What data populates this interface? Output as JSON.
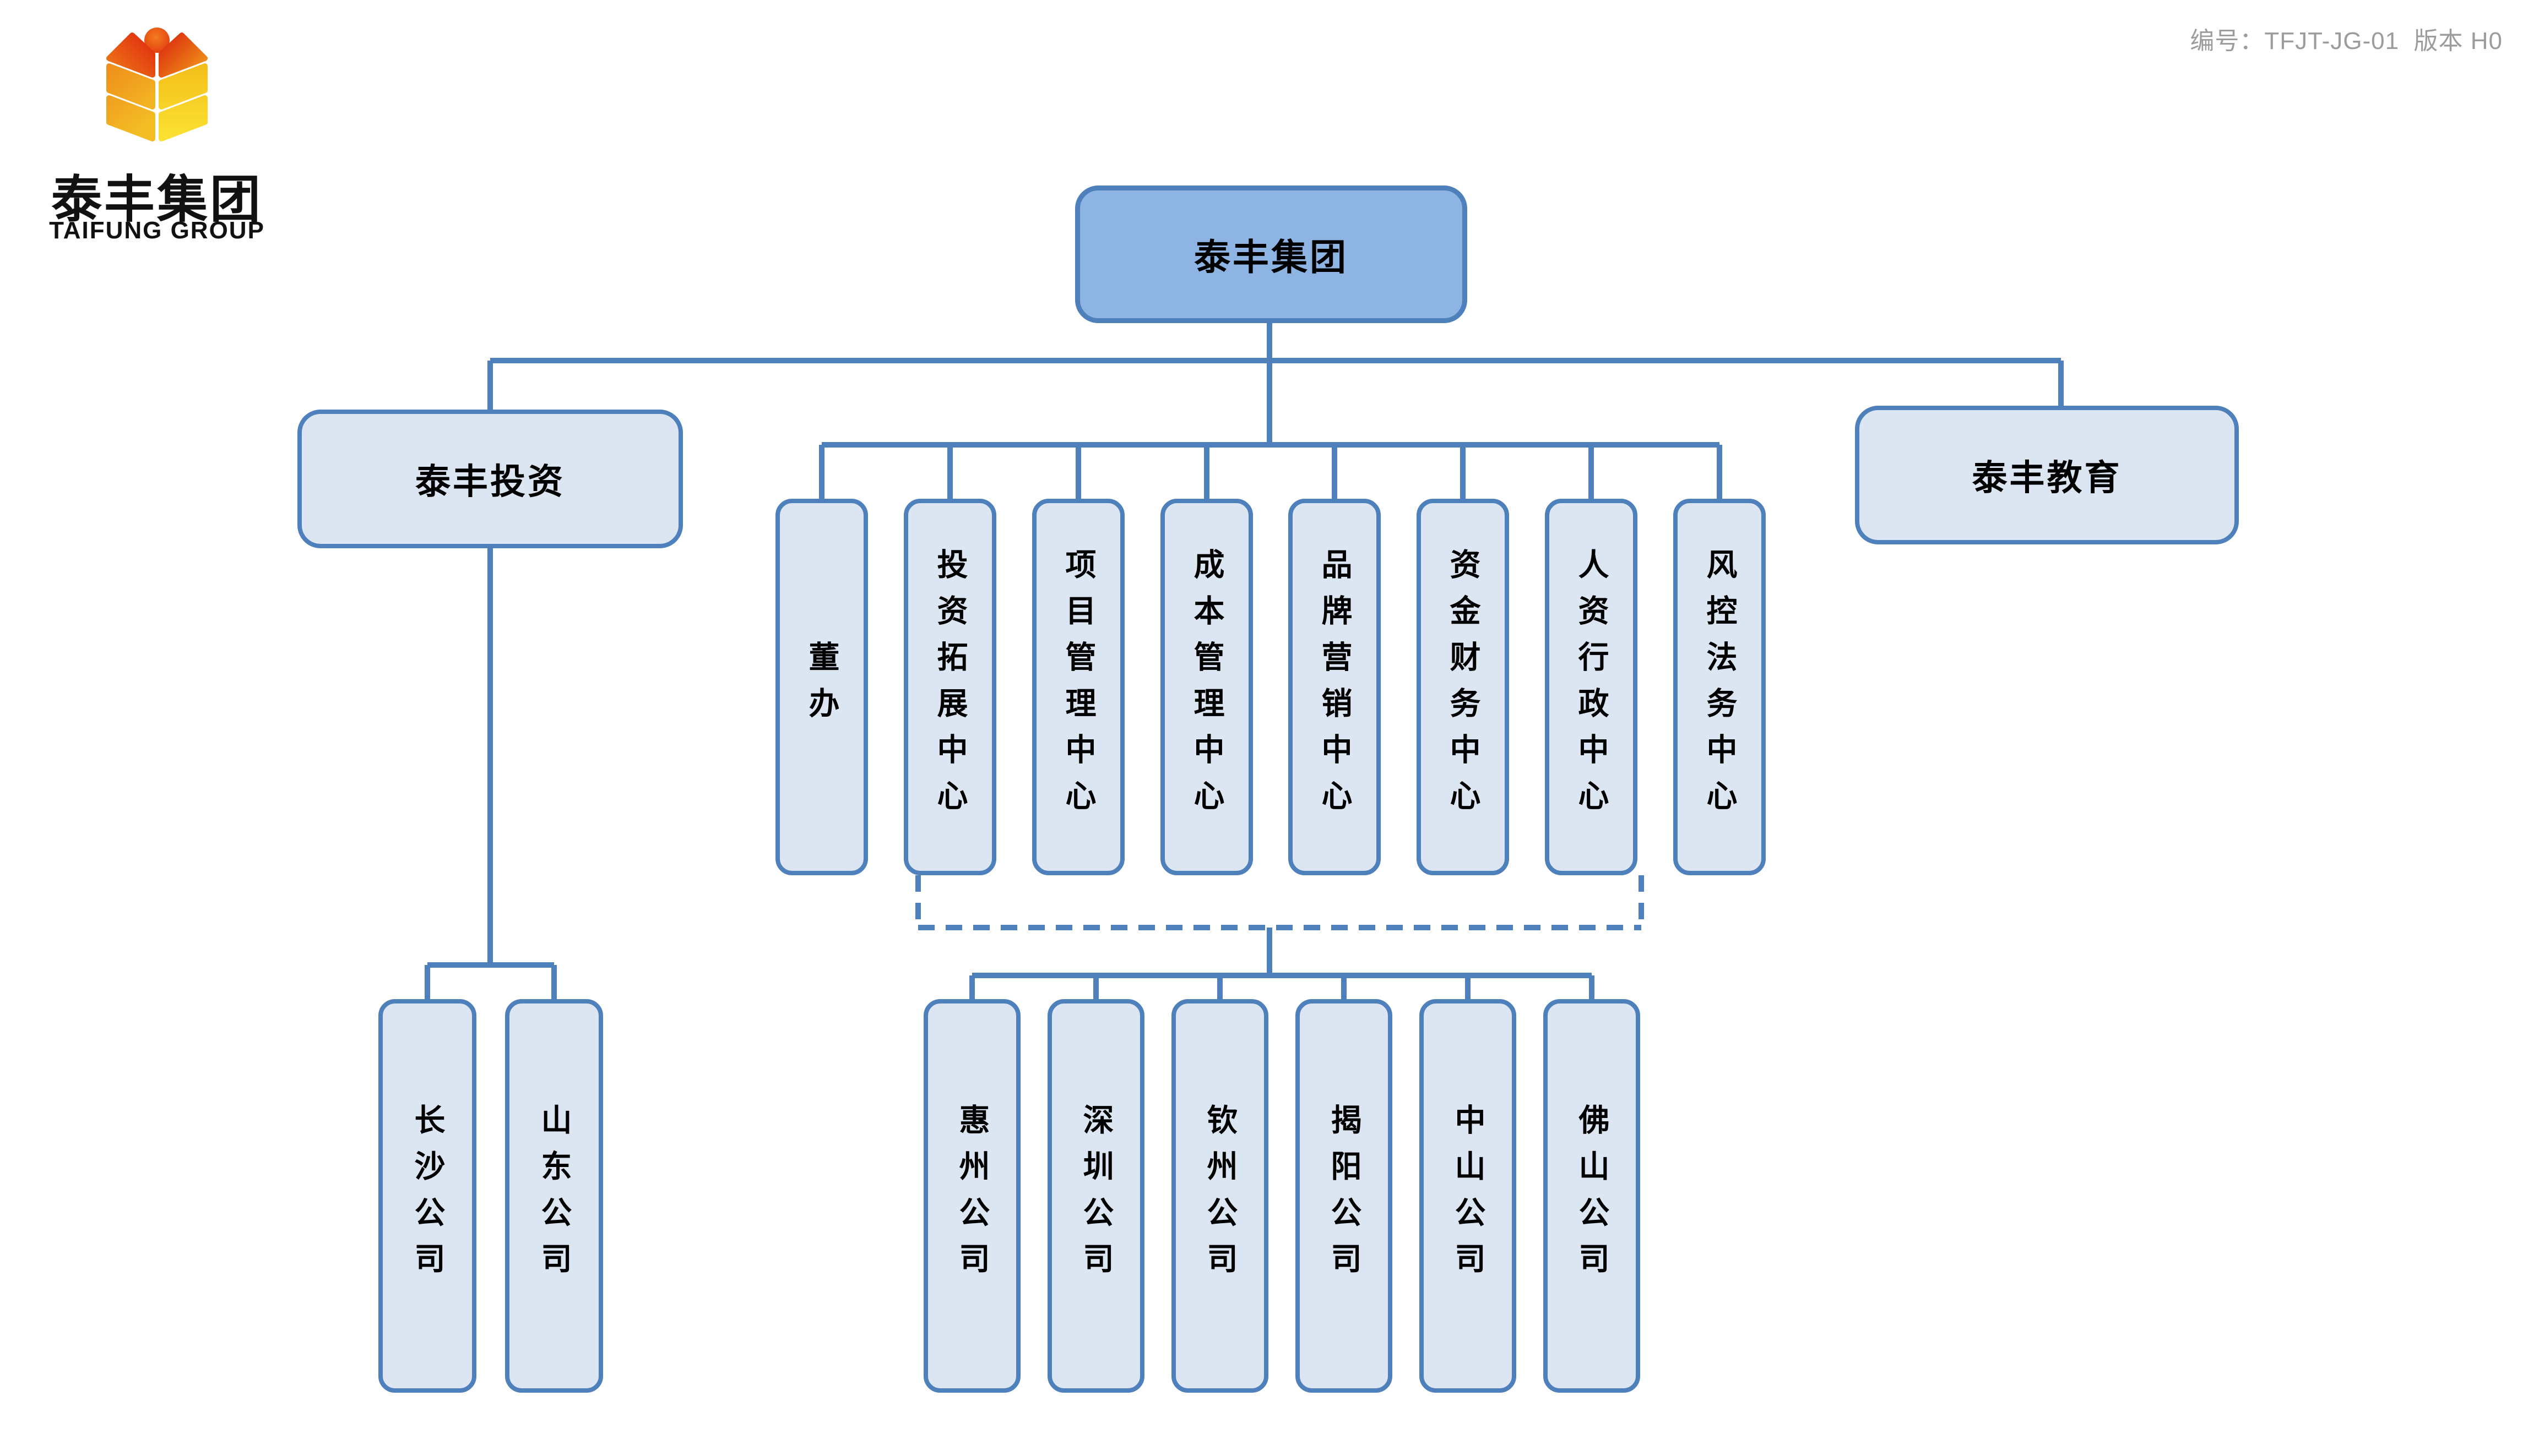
{
  "logo": {
    "title": "泰丰集团",
    "subtitle": "TAIFUNG GROUP",
    "emblem": "wheat-figure-emblem"
  },
  "header": {
    "doc_code": "编号：TFJT-JG-01  版本 H0"
  },
  "org": {
    "root": "泰丰集团",
    "branch_left": "泰丰投资",
    "branch_right": "泰丰教育",
    "centers": [
      "董办",
      "投资拓展中心",
      "项目管理中心",
      "成本管理中心",
      "品牌营销中心",
      "资金财务中心",
      "人资行政中心",
      "风控法务中心"
    ],
    "investment_companies": [
      "长沙公司",
      "山东公司"
    ],
    "regional_companies": [
      "惠州公司",
      "深圳公司",
      "钦州公司",
      "揭阳公司",
      "中山公司",
      "佛山公司"
    ]
  },
  "colors": {
    "accent": "#4E80BC",
    "root_fill": "#8EB4E3",
    "node_fill": "#DCE6F2",
    "code_text": "#9C9C9C",
    "label_text": "#000000"
  }
}
